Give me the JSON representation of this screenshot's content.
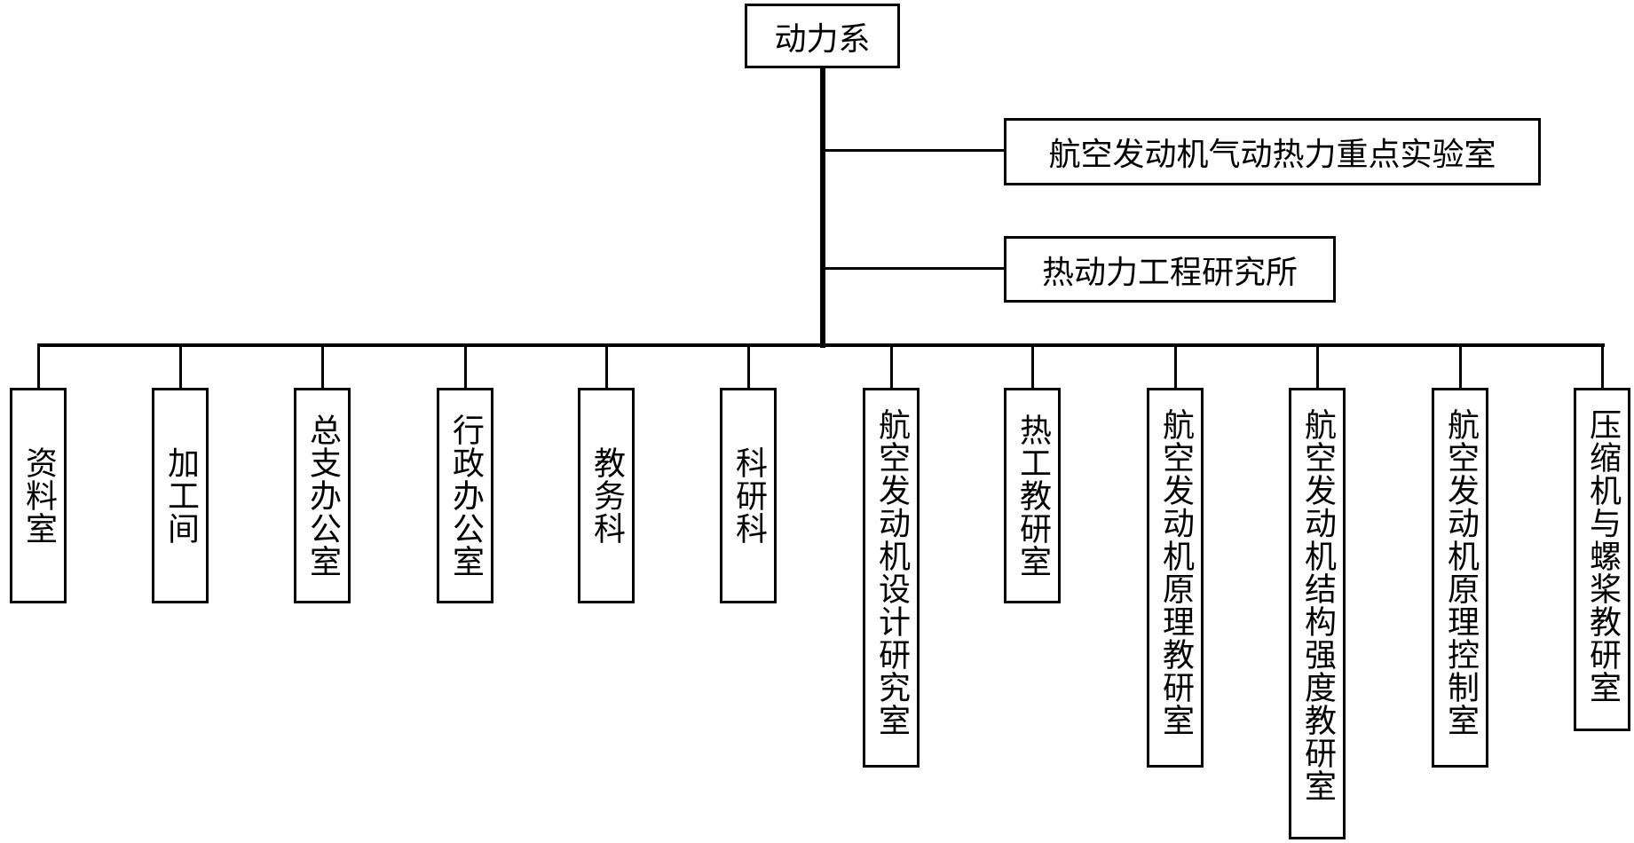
{
  "root": {
    "label": "动力系"
  },
  "side_units": [
    {
      "label": "航空发动机气动热力重点实验室"
    },
    {
      "label": "热动力工程研究所"
    }
  ],
  "departments": [
    {
      "label": "资料室"
    },
    {
      "label": "加工间"
    },
    {
      "label": "总支办公室"
    },
    {
      "label": "行政办公室"
    },
    {
      "label": "教务科"
    },
    {
      "label": "科研科"
    },
    {
      "label": "航空发动机设计研究室"
    },
    {
      "label": "热工教研室"
    },
    {
      "label": "航空发动机原理教研室"
    },
    {
      "label": "航空发动机结构强度教研室"
    },
    {
      "label": "航空发动机原理控制室"
    },
    {
      "label": "压缩机与螺桨教研室"
    }
  ],
  "colors": {
    "line": "#000000",
    "box_fill": "#ffffff",
    "text": "#000000"
  }
}
